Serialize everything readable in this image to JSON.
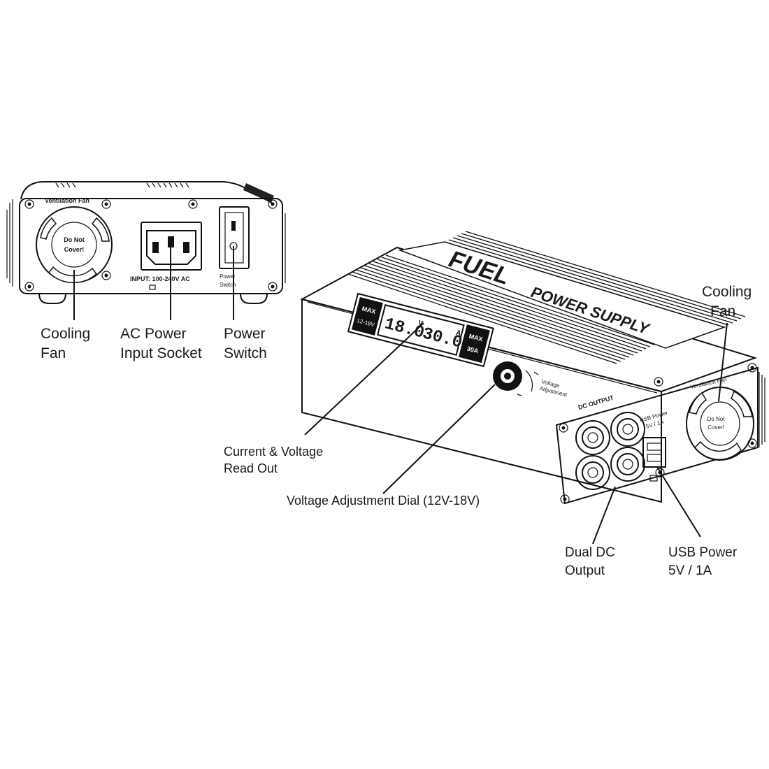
{
  "rear_panel": {
    "ventilation_label": "Ventilation Fan",
    "fan_warning_line1": "Do Not",
    "fan_warning_line2": "Cover!",
    "input_label": "INPUT: 100-240V AC",
    "switch_label_line1": "Power",
    "switch_label_line2": "Switch"
  },
  "front_unit": {
    "brand": "FUEL",
    "product_name": "POWER SUPPLY",
    "max_voltage_badge_top": "MAX",
    "max_voltage_badge_bottom": "12-18V",
    "voltage_readout": "18.0",
    "voltage_unit": "V",
    "current_readout": "30.0",
    "current_unit": "A",
    "max_current_badge_top": "MAX",
    "max_current_badge_bottom": "30A",
    "dial_label_line1": "Voltage",
    "dial_label_line2": "Adjustment",
    "dc_output_label": "DC OUTPUT",
    "usb_label_line1": "USB Power",
    "usb_label_line2": "5V / 1A",
    "side_fan_label": "Ventilation Fan",
    "side_fan_warning_line1": "Do Not",
    "side_fan_warning_line2": "Cover!"
  },
  "callouts": {
    "rear_cooling_fan": [
      "Cooling",
      "Fan"
    ],
    "ac_power_input": [
      "AC Power",
      "Input Socket"
    ],
    "power_switch": [
      "Power",
      "Switch"
    ],
    "side_cooling_fan": [
      "Cooling",
      "Fan"
    ],
    "readout": [
      "Current & Voltage",
      "Read Out"
    ],
    "dial": [
      "Voltage Adjustment Dial (12V-18V)"
    ],
    "dual_dc": [
      "Dual DC",
      "Output"
    ],
    "usb_power": [
      "USB Power",
      "5V / 1A"
    ]
  }
}
